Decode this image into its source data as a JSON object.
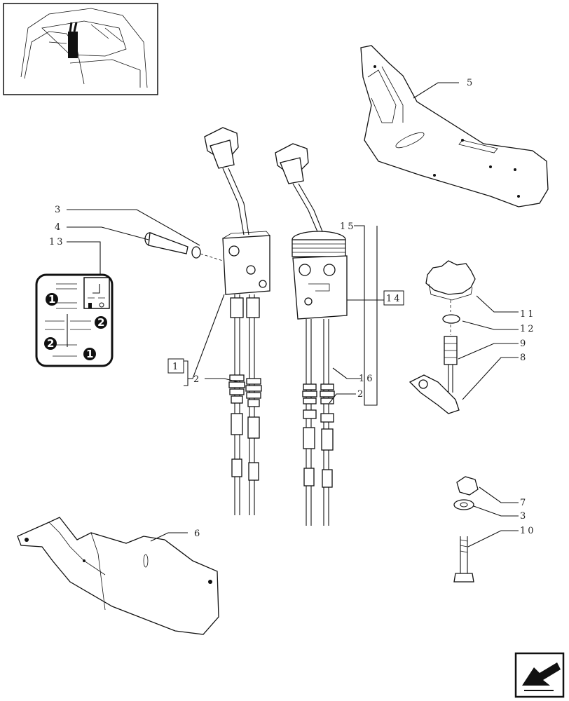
{
  "callouts": {
    "c1": "1",
    "c2a": "2",
    "c2b": "2",
    "c3a": "3",
    "c3b": "3",
    "c4": "4",
    "c5": "5",
    "c6": "6",
    "c7": "7",
    "c8": "8",
    "c9": "9",
    "c10": "10",
    "c11": "11",
    "c12": "12",
    "c13": "13",
    "c14": "14",
    "c15": "15",
    "c16": "16"
  },
  "legend": {
    "mark_1": "1",
    "mark_2": "2"
  },
  "icons": {
    "locator": "tractor-cab-locator-icon",
    "nav": "next-page-arrow-icon"
  }
}
